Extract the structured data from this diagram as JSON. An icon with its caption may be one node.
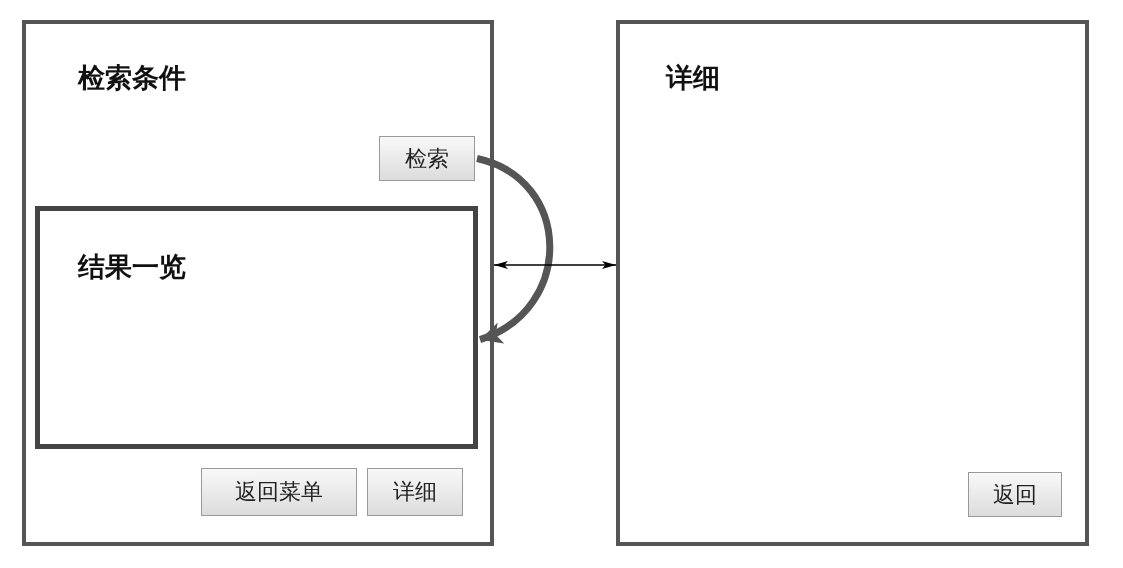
{
  "diagram": {
    "nodes": [
      {
        "text": [
          "检索条件"
        ]
      },
      {
        "text": [
          "检索"
        ],
        "in": 0
      },
      {
        "text": [
          "结果一览"
        ],
        "in": 0
      },
      {
        "text": [
          "返回菜单"
        ],
        "in": 0
      },
      {
        "text": [
          "详细"
        ],
        "in": 0
      },
      {
        "text": [
          "详细"
        ]
      },
      {
        "text": [
          "返回"
        ],
        "in": 5
      }
    ],
    "edges": [
      {
        "from": 1,
        "to": 2,
        "arrow": "to",
        "style": "thick",
        "color": "#555555"
      },
      {
        "from": 0,
        "to": 5,
        "arrow": "both"
      }
    ]
  }
}
